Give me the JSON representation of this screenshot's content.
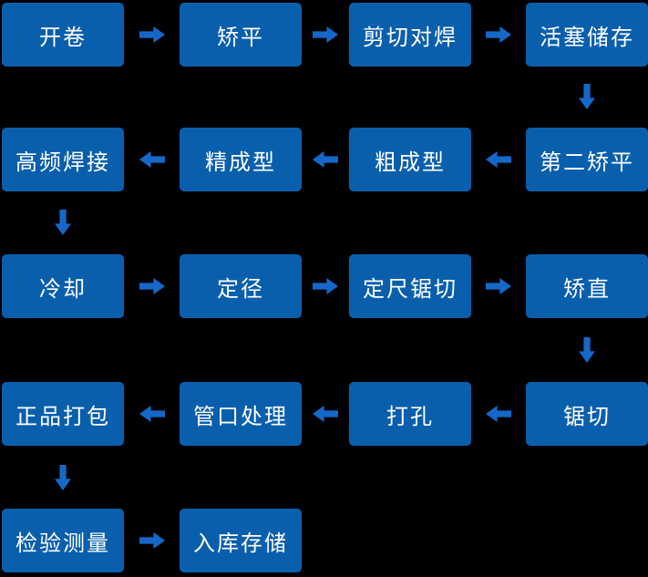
{
  "diagram": {
    "type": "flowchart",
    "colors": {
      "background": "#000000",
      "box": "#0A5FAD",
      "arrow": "#1568C8",
      "text": "#FFFFFF"
    },
    "nodes": [
      {
        "label": "开卷"
      },
      {
        "label": "矫平"
      },
      {
        "label": "剪切对焊"
      },
      {
        "label": "活塞储存"
      },
      {
        "label": "高频焊接"
      },
      {
        "label": "精成型"
      },
      {
        "label": "粗成型"
      },
      {
        "label": "第二矫平"
      },
      {
        "label": "冷却"
      },
      {
        "label": "定径"
      },
      {
        "label": "定尺锯切"
      },
      {
        "label": "矫直"
      },
      {
        "label": "正品打包"
      },
      {
        "label": "管口处理"
      },
      {
        "label": "打孔"
      },
      {
        "label": "锯切"
      },
      {
        "label": "检验测量"
      },
      {
        "label": "入库存储"
      }
    ],
    "edges": [
      {
        "from": 0,
        "to": 1,
        "dir": "right"
      },
      {
        "from": 1,
        "to": 2,
        "dir": "right"
      },
      {
        "from": 2,
        "to": 3,
        "dir": "right"
      },
      {
        "from": 3,
        "to": 7,
        "dir": "down"
      },
      {
        "from": 7,
        "to": 6,
        "dir": "left"
      },
      {
        "from": 6,
        "to": 5,
        "dir": "left"
      },
      {
        "from": 5,
        "to": 4,
        "dir": "left"
      },
      {
        "from": 4,
        "to": 8,
        "dir": "down"
      },
      {
        "from": 8,
        "to": 9,
        "dir": "right"
      },
      {
        "from": 9,
        "to": 10,
        "dir": "right"
      },
      {
        "from": 10,
        "to": 11,
        "dir": "right"
      },
      {
        "from": 11,
        "to": 15,
        "dir": "down"
      },
      {
        "from": 15,
        "to": 14,
        "dir": "left"
      },
      {
        "from": 14,
        "to": 13,
        "dir": "left"
      },
      {
        "from": 13,
        "to": 12,
        "dir": "left"
      },
      {
        "from": 12,
        "to": 16,
        "dir": "down"
      },
      {
        "from": 16,
        "to": 17,
        "dir": "right"
      }
    ]
  }
}
